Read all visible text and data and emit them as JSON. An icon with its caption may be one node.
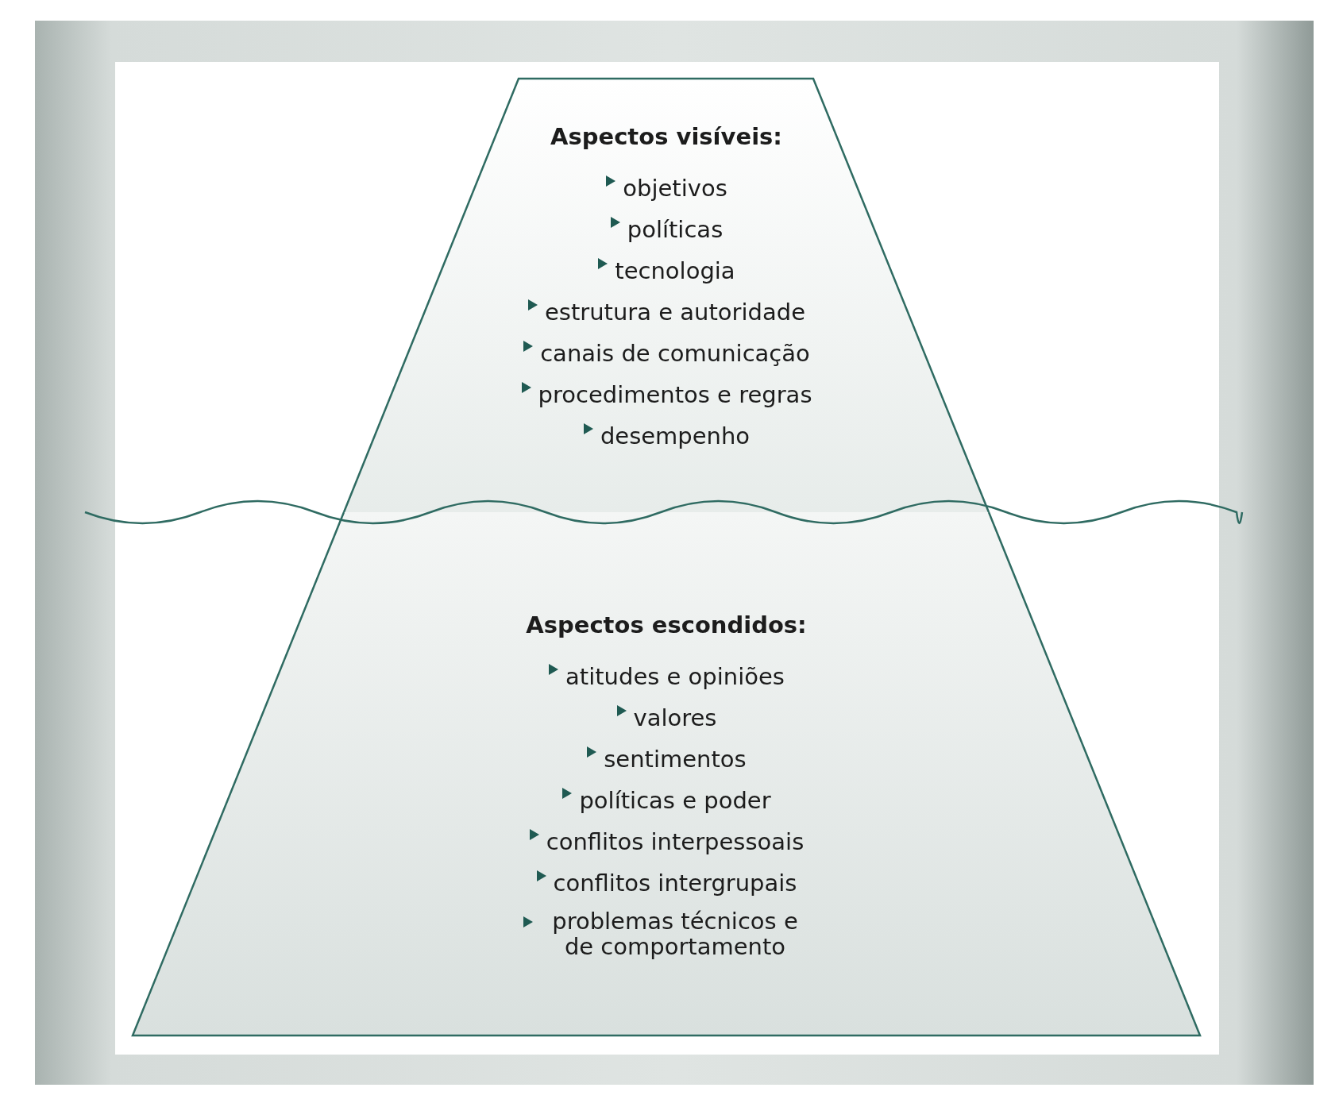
{
  "diagram": {
    "nodes": [
      {
        "text": [
          "Aspectos visíveis:",
          "objetivos",
          "políticas",
          "tecnologia",
          "estrutura e autoridade",
          "canais de comunicação",
          "procedimentos e regras",
          "desempenho"
        ]
      },
      {
        "text": [
          "Aspectos escondidos:",
          "atitudes e opiniões",
          "valores",
          "sentimentos",
          "políticas e poder",
          "conflitos interpessoais",
          "conflitos intergrupais",
          "problemas técnicos e de comportamento"
        ]
      }
    ]
  }
}
